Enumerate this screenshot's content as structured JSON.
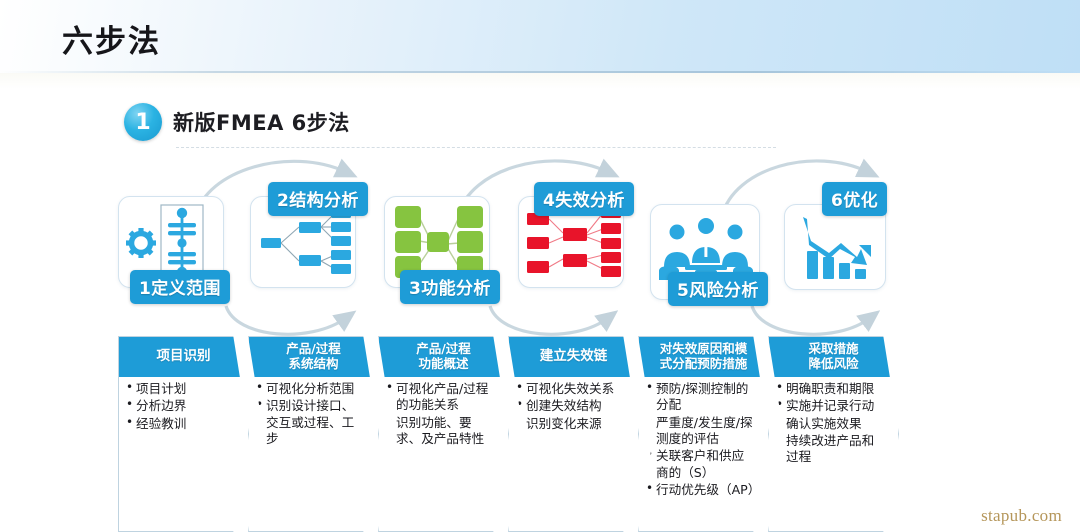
{
  "page": {
    "title": "六步法",
    "watermark": "stapub.com",
    "bg_color": "#ffffff"
  },
  "header": {
    "band_gradient_from": "#ffffff",
    "band_gradient_to": "#bfdff6"
  },
  "subtitle": {
    "badge_number": "1",
    "badge_color": "#2bb3e3",
    "text": "新版FMEA 6步法"
  },
  "colors": {
    "chip_blue": "#1e9cd7",
    "icon_blue": "#2ba8e0",
    "icon_green": "#86c440",
    "icon_red": "#e8142a",
    "arc_gray": "#c7d5dd",
    "card_border": "#bfd3e0",
    "watermark_gold": "#b5965a"
  },
  "steps": [
    {
      "number": "1",
      "label": "1定义范围",
      "icon": "gear-bom-tree-icon",
      "icon_color": "#2ba8e0",
      "chip_position": "bottom"
    },
    {
      "number": "2",
      "label": "2结构分析",
      "icon": "structure-tree-icon",
      "icon_color": "#2ba8e0",
      "chip_position": "top"
    },
    {
      "number": "3",
      "label": "3功能分析",
      "icon": "function-network-icon",
      "icon_color": "#86c440",
      "chip_position": "bottom"
    },
    {
      "number": "4",
      "label": "4失效分析",
      "icon": "failure-tree-icon",
      "icon_color": "#e8142a",
      "chip_position": "top"
    },
    {
      "number": "5",
      "label": "5风险分析",
      "icon": "team-meeting-icon",
      "icon_color": "#2ba8e0",
      "chip_position": "bottom"
    },
    {
      "number": "6",
      "label": "6优化",
      "icon": "declining-bar-chart-icon",
      "icon_color": "#2ba8e0",
      "chip_position": "top"
    }
  ],
  "cards": [
    {
      "header": "项目识别",
      "header_lines": 1,
      "items": [
        "项目计划",
        "分析边界",
        "经验教训"
      ]
    },
    {
      "header": "产品/过程\n系统结构",
      "header_lines": 2,
      "items": [
        "可视化分析范围",
        "识别设计接口、交互或过程、工步"
      ]
    },
    {
      "header": "产品/过程\n功能概述",
      "header_lines": 2,
      "items": [
        "可视化产品/过程的功能关系",
        "识别功能、要求、及产品特性"
      ]
    },
    {
      "header": "建立失效链",
      "header_lines": 1,
      "items": [
        "可视化失效关系",
        "创建失效结构",
        "识别变化来源"
      ]
    },
    {
      "header": "对失效原因和模\n式分配预防措施",
      "header_lines": 2,
      "items": [
        "预防/探测控制的分配",
        "严重度/发生度/探测度的评估",
        "关联客户和供应商的（S）",
        "行动优先级（AP）"
      ]
    },
    {
      "header": "采取措施\n降低风险",
      "header_lines": 2,
      "items": [
        "明确职责和期限",
        "实施并记录行动",
        "确认实施效果",
        "持续改进产品和过程"
      ]
    }
  ]
}
